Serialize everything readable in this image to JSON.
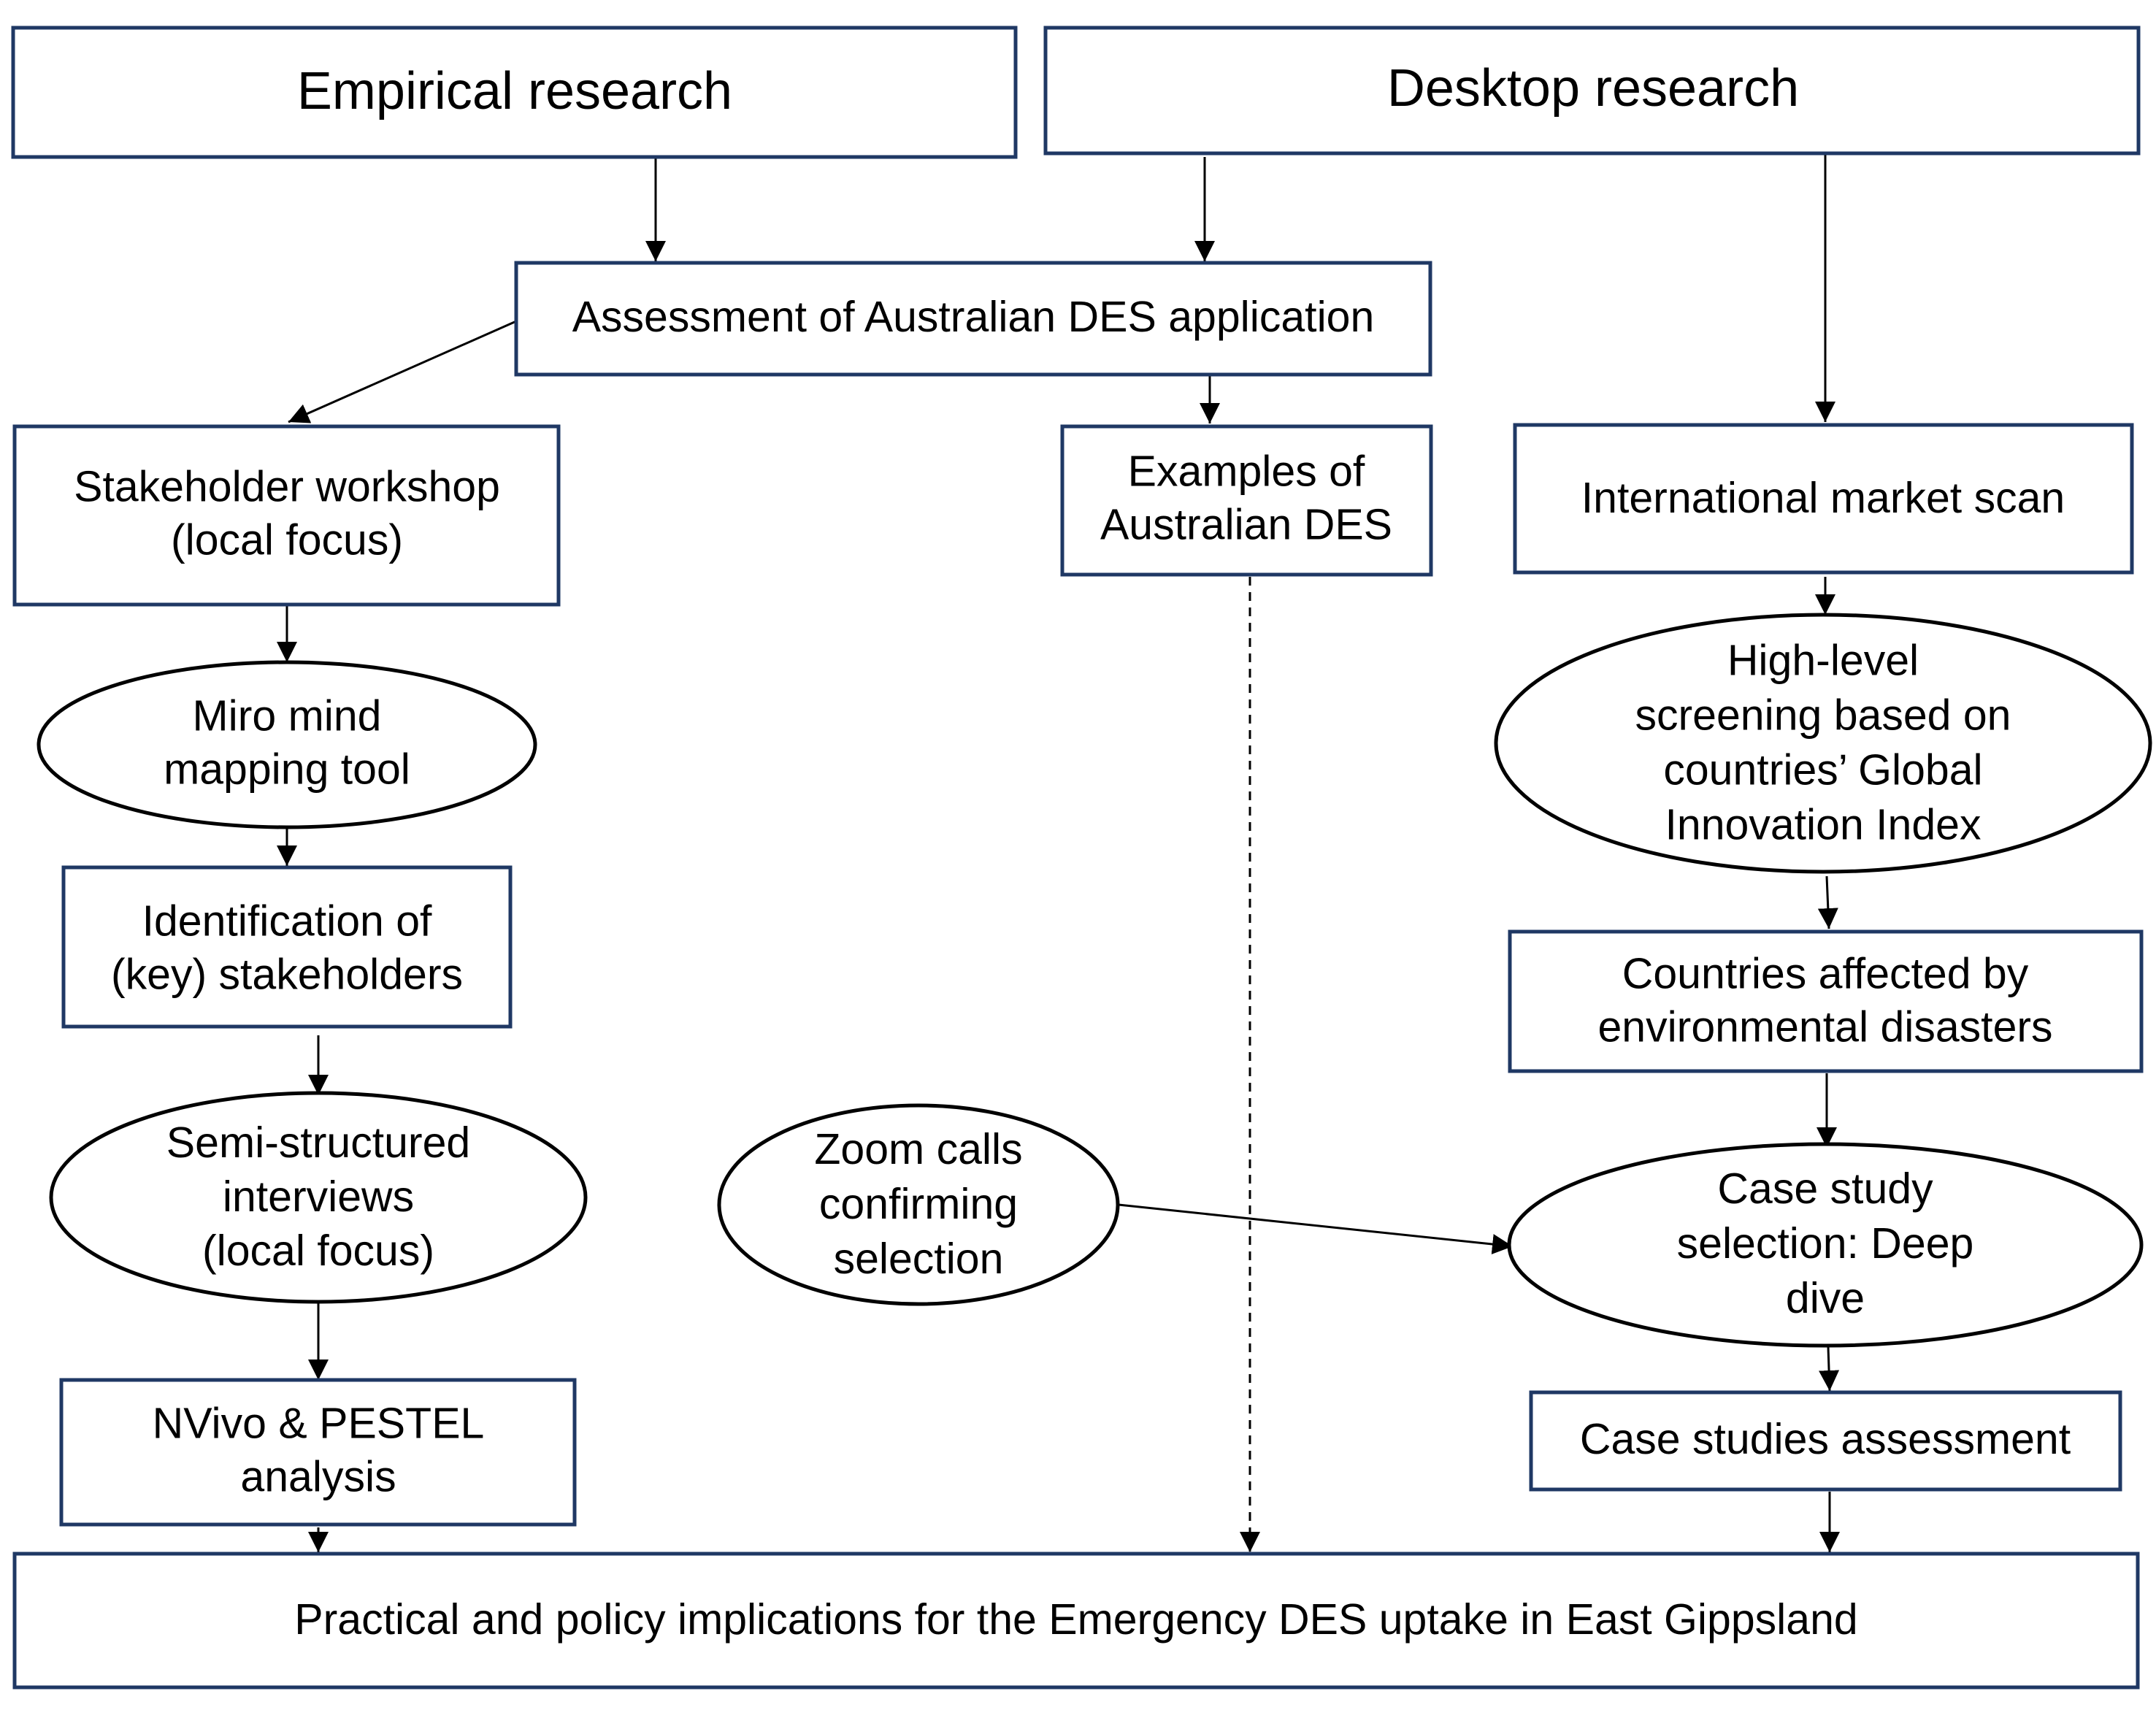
{
  "nodes": {
    "empirical": {
      "lines": [
        "Empirical research"
      ]
    },
    "desktop": {
      "lines": [
        "Desktop research"
      ]
    },
    "assessment": {
      "lines": [
        "Assessment of Australian DES application"
      ]
    },
    "stakeholder_workshop": {
      "lines": [
        "Stakeholder workshop",
        "(local focus)"
      ]
    },
    "examples": {
      "lines": [
        "Examples of",
        "Australian DES"
      ]
    },
    "market_scan": {
      "lines": [
        "International market scan"
      ]
    },
    "miro": {
      "lines": [
        "Miro mind",
        "mapping tool"
      ]
    },
    "screening": {
      "lines": [
        "High-level",
        "screening based on",
        "countries’ Global",
        "Innovation Index"
      ]
    },
    "identification": {
      "lines": [
        "Identification of",
        "(key) stakeholders"
      ]
    },
    "countries": {
      "lines": [
        "Countries affected by",
        "environmental disasters"
      ]
    },
    "interviews": {
      "lines": [
        "Semi-structured",
        "interviews",
        "(local focus)"
      ]
    },
    "zoom": {
      "lines": [
        "Zoom calls",
        "confirming",
        "selection"
      ]
    },
    "case_selection": {
      "lines": [
        "Case study",
        "selection: Deep",
        "dive"
      ]
    },
    "nvivo": {
      "lines": [
        "NVivo & PESTEL",
        "analysis"
      ]
    },
    "case_assessment": {
      "lines": [
        "Case studies assessment"
      ]
    },
    "implications": {
      "lines": [
        "Practical and policy implications for the Emergency DES uptake in East Gippsland"
      ]
    }
  },
  "colors": {
    "box_border": "#1f3864",
    "ellipse_border": "#000000",
    "text": "#000000"
  }
}
